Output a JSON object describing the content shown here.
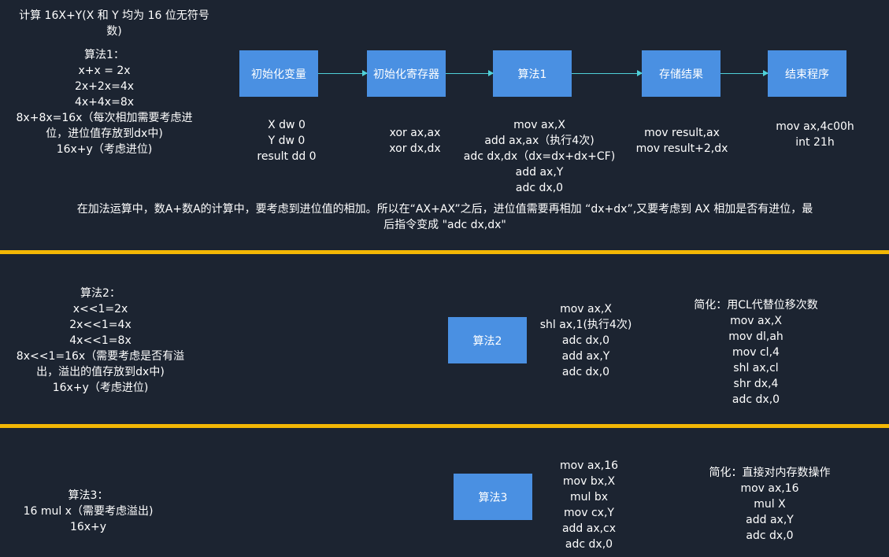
{
  "title_lines": [
    "计算 16X+Y(X 和 Y 均为 16 位无符号",
    "数)"
  ],
  "algo1": {
    "lines": [
      "算法1：",
      "x+x = 2x",
      "2x+2x=4x",
      "4x+4x=8x",
      "8x+8x=16x（每次相加需要考虑进",
      "位，进位值存放到dx中)",
      "16x+y（考虑进位)"
    ],
    "steps": [
      "初始化变量",
      "初始化寄存器",
      "算法1",
      "存储结果",
      "结束程序"
    ],
    "code": [
      [
        "X dw 0",
        "Y dw 0",
        "result dd 0"
      ],
      [
        "xor ax,ax",
        "xor dx,dx"
      ],
      [
        "mov ax,X",
        "add ax,ax（执行4次)",
        "adc dx,dx（dx=dx+dx+CF)",
        "add ax,Y",
        "adc dx,0"
      ],
      [
        "mov result,ax",
        "mov result+2,dx"
      ],
      [
        "mov ax,4c00h",
        "int 21h"
      ]
    ],
    "note_lines": [
      "在加法运算中，数A+数A的计算中，要考虑到进位值的相加。所以在“AX+AX”之后，进位值需要再相加 “dx+dx”,又要考虑到 AX 相加是否有进位，最",
      "后指令变成 \"adc dx,dx\""
    ]
  },
  "algo2": {
    "lines": [
      "算法2：",
      "x<<1=2x",
      "2x<<1=4x",
      "4x<<1=8x",
      "8x<<1=16x（需要考虑是否有溢",
      "出，溢出的值存放到dx中)",
      "16x+y（考虑进位)"
    ],
    "box": "算法2",
    "code": [
      "mov ax,X",
      "shl ax,1(执行4次)",
      "adc dx,0",
      "add ax,Y",
      "adc dx,0"
    ],
    "simplified": [
      "简化：用CL代替位移次数",
      "mov ax,X",
      "mov dl,ah",
      "mov cl,4",
      "shl ax,cl",
      "shr dx,4",
      "adc dx,0"
    ]
  },
  "algo3": {
    "lines": [
      "算法3：",
      "16 mul x（需要考虑溢出)",
      "16x+y"
    ],
    "box": "算法3",
    "code": [
      "mov ax,16",
      "mov bx,X",
      "mul bx",
      "mov cx,Y",
      "add ax,cx",
      "adc dx,0"
    ],
    "simplified": [
      "简化：直接对内存数操作",
      "mov ax,16",
      "mul X",
      "add ax,Y",
      "adc dx,0"
    ]
  },
  "colors": {
    "background": "#1c2431",
    "box": "#4a90e2",
    "separator": "#f2b705",
    "arrow": "#4fd0d8"
  }
}
